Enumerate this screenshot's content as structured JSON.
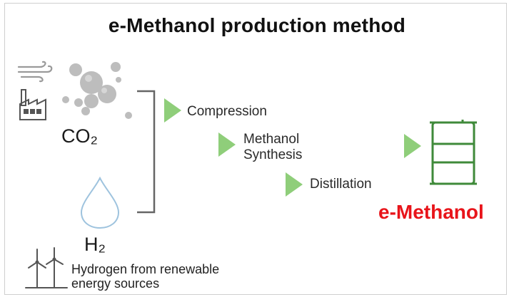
{
  "title": "e-Methanol production method",
  "inputs": {
    "co2_label": "CO₂",
    "h2_label": "H₂",
    "h2_source": [
      "Hydrogen from renewable",
      "energy sources"
    ]
  },
  "steps": [
    {
      "lines": [
        "Compression"
      ]
    },
    {
      "lines": [
        "Methanol",
        "Synthesis"
      ]
    },
    {
      "lines": [
        "Distillation"
      ]
    }
  ],
  "product": "e-Methanol",
  "colors": {
    "arrow": "#8fce7a",
    "drum": "#3f8a3a",
    "product_text": "#e8141a",
    "bubble": "#bdbdbd",
    "drop": "#9ec3de"
  },
  "icons": [
    "wind-icon",
    "factory-icon",
    "co2-bubbles-icon",
    "water-drop-icon",
    "wind-turbines-icon",
    "bracket-icon",
    "step-arrow-icon",
    "barrel-icon"
  ]
}
